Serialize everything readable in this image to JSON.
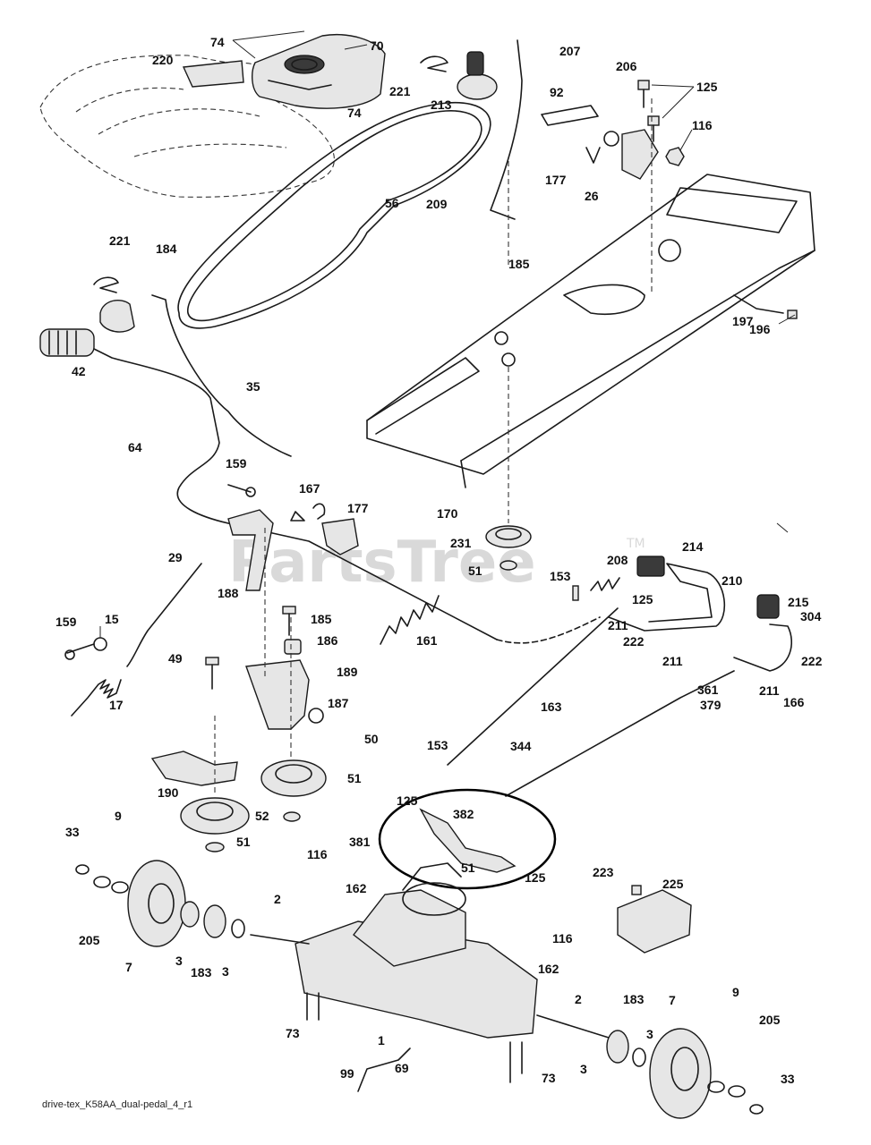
{
  "watermark": {
    "text": "PartsTree",
    "tm": "TM"
  },
  "footer": {
    "caption": "drive-tex_K58AA_dual-pedal_4_r1"
  },
  "callouts": [
    "74",
    "70",
    "220",
    "221",
    "213",
    "207",
    "206",
    "125",
    "92",
    "116",
    "177",
    "26",
    "209",
    "56",
    "221",
    "184",
    "185",
    "197",
    "196",
    "42",
    "35",
    "64",
    "159",
    "167",
    "177",
    "170",
    "231",
    "51",
    "214",
    "208",
    "153",
    "125",
    "210",
    "215",
    "304",
    "29",
    "188",
    "185",
    "211",
    "222",
    "211",
    "222",
    "159",
    "15",
    "49",
    "186",
    "161",
    "189",
    "361",
    "211",
    "166",
    "379",
    "17",
    "187",
    "163",
    "344",
    "153",
    "50",
    "190",
    "51",
    "52",
    "51",
    "125",
    "382",
    "381",
    "51",
    "125",
    "9",
    "33",
    "116",
    "162",
    "223",
    "225",
    "2",
    "205",
    "116",
    "7",
    "3",
    "183",
    "3",
    "162",
    "9",
    "205",
    "33",
    "2",
    "183",
    "3",
    "3",
    "73",
    "1",
    "7",
    "99",
    "69",
    "73",
    "74"
  ]
}
